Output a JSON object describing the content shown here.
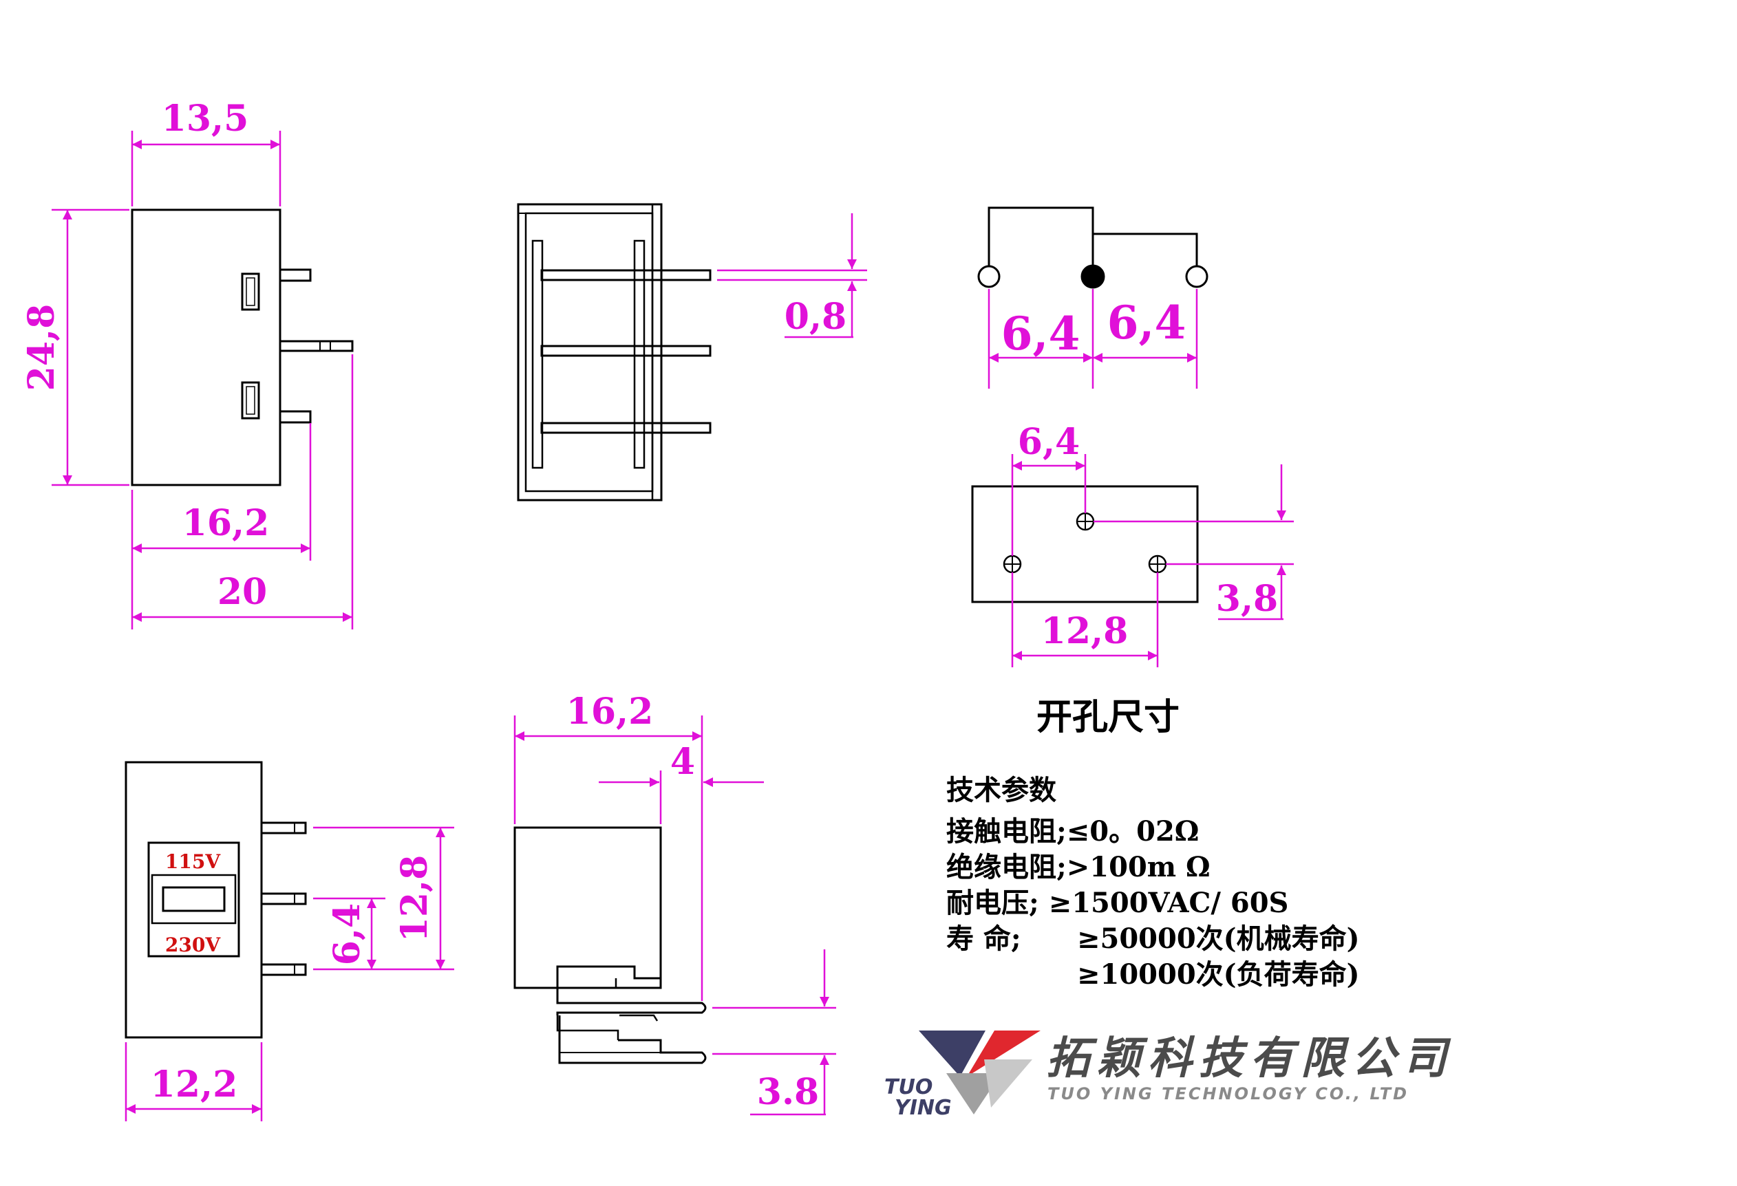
{
  "dimensions": {
    "top_width": "13,5",
    "height": "24,8",
    "body_to_pin": "16,2",
    "overall_length": "20",
    "pin_thickness": "0,8",
    "pin_pitch_left": "6,4",
    "pin_pitch_right": "6,4",
    "hole_offset": "6,4",
    "hole_vertical": "3,8",
    "hole_span": "12,8",
    "bottom_body_width": "12,2",
    "front_pitch": "6,4",
    "front_span": "12,8",
    "side_length": "16,2",
    "side_pin_length": "4",
    "side_pin_offset": "3.8"
  },
  "labels": {
    "cutout_title": "开孔尺寸"
  },
  "switch_labels": {
    "upper": "115V",
    "lower": "230V"
  },
  "specs": {
    "title": "技术参数",
    "contact_resistance": "接触电阻;≤0。02Ω",
    "insulation_resistance": "绝缘电阻;>100m Ω",
    "withstand_voltage": "耐电压;  ≥1500VAC/ 60S",
    "life_label": "寿      命;",
    "life_mechanical": "≥50000次(机械寿命)",
    "life_load": "≥10000次(负荷寿命)"
  },
  "company": {
    "name_cn": "拓颖科技有限公司",
    "name_en": "TUO YING TECHNOLOGY CO., LTD",
    "brand_line1": "TUO",
    "brand_line2": "YING"
  },
  "colors": {
    "dimension": "#e010d8",
    "outline": "#000000",
    "voltage_text": "#d01010",
    "logo_red": "#e0272e",
    "logo_navy": "#3d3f66",
    "logo_grey": "#a0a0a0"
  }
}
